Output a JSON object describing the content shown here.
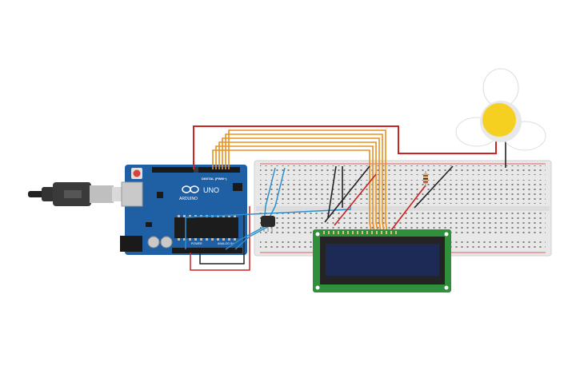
{
  "arduino": {
    "digital_label": "DIGITAL (PWM~)",
    "brand": "ARDUINO",
    "model": "UNO",
    "power_label": "POWER",
    "analog_label": "ANALOG IN"
  },
  "colors": {
    "board": "#1f5fa3",
    "breadboard": "#e8e8e8",
    "wire_red": "#cc2222",
    "wire_orange": "#e8901c",
    "wire_black": "#222222",
    "wire_blue": "#2a8fd0",
    "lcd_pcb": "#2f8f3a",
    "lcd_screen": "#1c2a55",
    "fan_hub": "#f5d020"
  },
  "icons": {
    "usb": "usb-plug-icon",
    "fan": "fan-icon",
    "sensor": "temperature-sensor-icon",
    "resistor": "resistor-icon"
  }
}
